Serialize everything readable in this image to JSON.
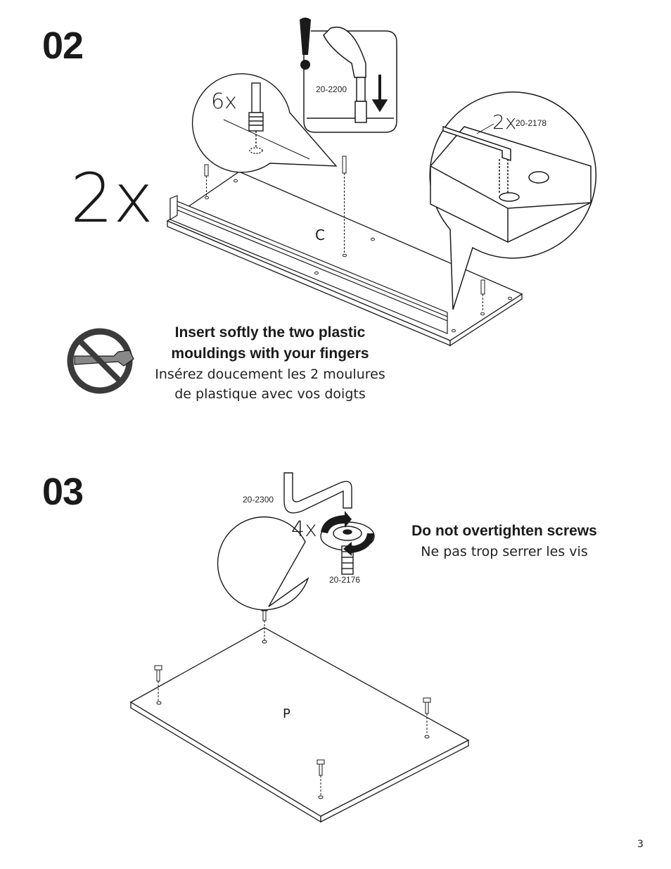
{
  "page_number": "3",
  "step_02": {
    "number": "02",
    "panel_count": "2x",
    "panel_label": "C",
    "dowel_count": "6x",
    "hammer_part": "20-2200",
    "moulding_count": "2x",
    "moulding_part": "20-2178",
    "note_en_line1": "Insert softly the two plastic",
    "note_en_line2": "mouldings with your fingers",
    "note_fr_line1": "Insérez doucement les 2 moulures",
    "note_fr_line2": "de plastique avec vos doigts"
  },
  "step_03": {
    "number": "03",
    "key_part": "20-2300",
    "screw_count": "4x",
    "screw_part": "20-2176",
    "panel_label": "P",
    "note_en": "Do not overtighten screws",
    "note_fr": "Ne pas trop serrer les vis"
  },
  "icons": [
    "no-hammer-icon",
    "hammer-warning-icon",
    "allen-key-icon",
    "rotate-arrow-icon",
    "screw-icon",
    "dowel-icon"
  ],
  "colors": {
    "ink": "#1a1a1a",
    "prohibition": "#3b3b3b",
    "panel_fill": "#ffffff"
  }
}
